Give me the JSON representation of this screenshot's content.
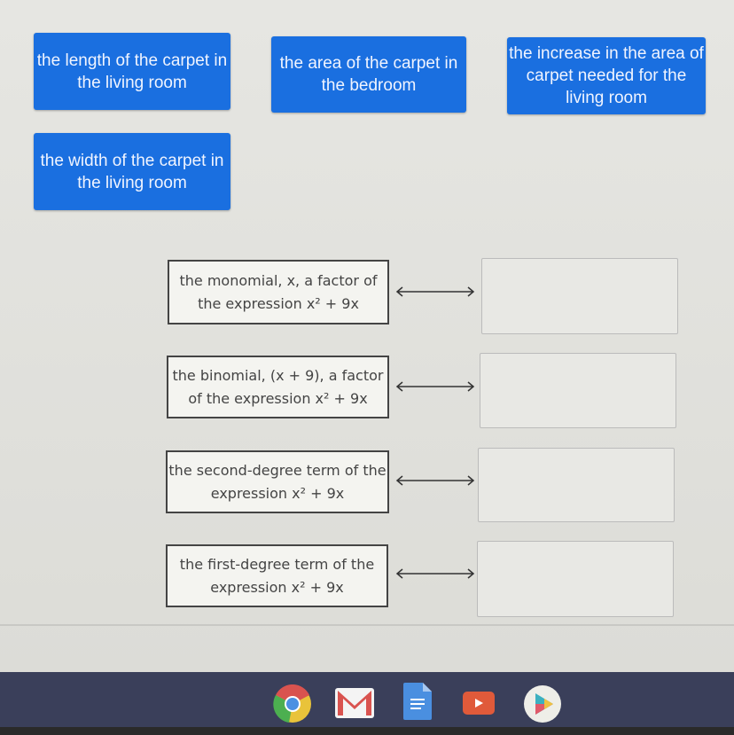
{
  "tiles": [
    "the length of the carpet in the living room",
    "the area of the carpet in the bedroom",
    "the increase in the area of carpet needed for the living room",
    "the width of the carpet in the living room"
  ],
  "terms": [
    "the monomial, x, a factor of the expression x² + 9x",
    "the binomial, (x + 9), a factor of the expression x² + 9x",
    "the second-degree term of the expression x² + 9x",
    "the first-degree term of the expression x² + 9x"
  ],
  "taskbar": [
    "chrome-icon",
    "gmail-icon",
    "docs-icon",
    "youtube-icon",
    "play-store-icon"
  ]
}
